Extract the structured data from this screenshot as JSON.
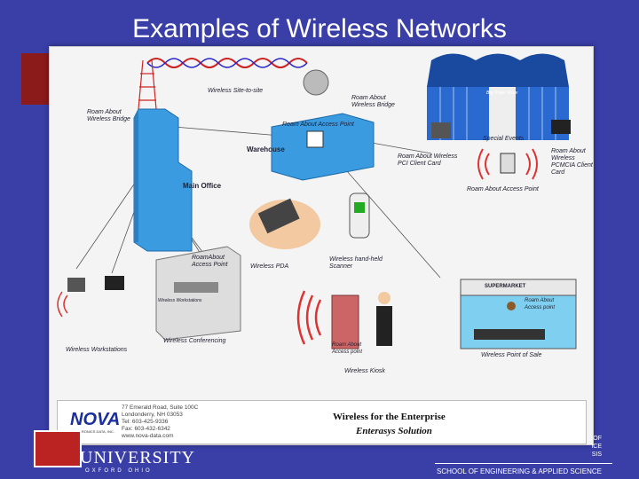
{
  "slide": {
    "title": "Examples of Wireless Networks"
  },
  "diagram": {
    "labels": {
      "wireless_site_to_site": "Wireless Site-to-site",
      "roam_about_bridge_left": [
        "Roam About",
        "Wireless Bridge"
      ],
      "roam_about_bridge_right": [
        "Roam About",
        "Wireless Bridge"
      ],
      "roam_about_access_point": "Roam About Access Point",
      "warehouse": "Warehouse",
      "main_office": "Main Office",
      "special_events": "Special Events",
      "pci_card": [
        "Roam About Wireless",
        "PCI Client Card"
      ],
      "pcmcia_card": [
        "Roam About",
        "Wireless",
        "PCMCIA Client",
        "Card"
      ],
      "access_point_right": "Roam About Access Point",
      "wireless_pda": "Wireless PDA",
      "handheld_scanner": [
        "Wireless hand-held",
        "Scanner"
      ],
      "roamabout_access_point_conf": [
        "RoamAbout",
        "Access Point"
      ],
      "wireless_workstations_sign": "Wireless Workstations",
      "wireless_conferencing": "Wireless Conferencing",
      "wireless_workstations": "Wireless Workstations",
      "roam_about_access_point_kiosk": [
        "Roam About",
        "Access point"
      ],
      "wireless_kiosk": "Wireless Kiosk",
      "roam_about_access_point_pos": [
        "Roam About",
        "Access point"
      ],
      "wireless_point_of_sale": "Wireless Point of Sale",
      "supermarket": "SUPERMARKET",
      "tent_sign": "Big Trade Show"
    },
    "footer": {
      "logo": "NOVA",
      "logo_sub": "ELECTRONICS DATA, INC.",
      "address": [
        "77 Emerald Road, Suite 100C",
        "Londonderry, NH 03053",
        "Tel: 603-425-9336",
        "Fax: 603-432-6342",
        "www.nova-data.com"
      ],
      "enterprise_line1": "Wireless for the Enterprise",
      "enterprise_line2": "Enterasys Solution"
    }
  },
  "branding": {
    "university": "UNIVERSITY",
    "city": "OXFORD OHIO",
    "right_partial": [
      "OF",
      "ICE",
      "SIS"
    ],
    "school": "SCHOOL OF ENGINEERING & APPLIED SCIENCE"
  },
  "colors": {
    "background": "#3a3fa8",
    "building": "#3b9be0",
    "accent_red": "#b22222",
    "nova_blue": "#1a2f9a"
  }
}
